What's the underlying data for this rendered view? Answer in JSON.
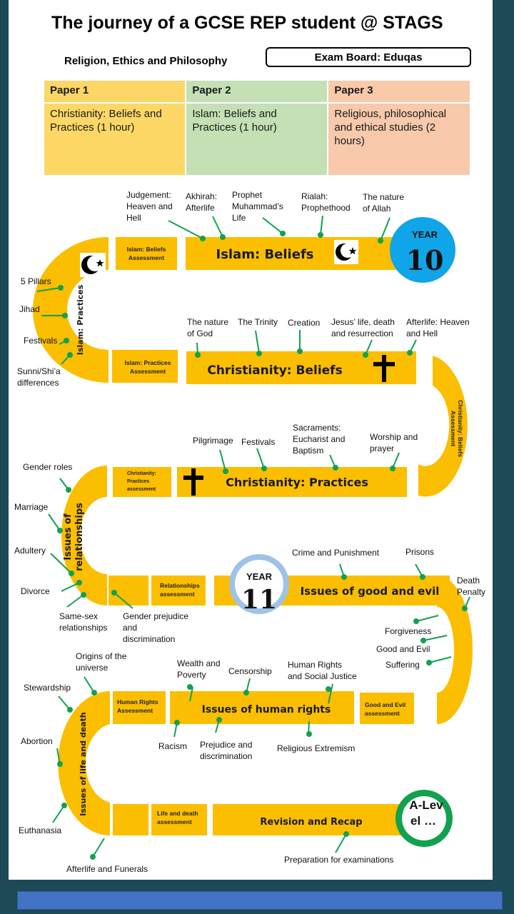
{
  "header": {
    "title": "The journey of a GCSE REP student @ STAGS",
    "subtitle": "Religion, Ethics and Philosophy",
    "exam_board": "Exam Board: Eduqas"
  },
  "papers": [
    {
      "name": "Paper 1",
      "desc": "Christianity: Beliefs and Practices (1 hour)",
      "header_color": "#fcd666",
      "body_color": "#fdd866"
    },
    {
      "name": "Paper 2",
      "desc": "Islam: Beliefs and Practices (1 hour)",
      "header_color": "#c4e0b4",
      "body_color": "#c4e0b4"
    },
    {
      "name": "Paper 3",
      "desc": "Religious, philosophical and ethical studies (2 hours)",
      "header_color": "#f9caa9",
      "body_color": "#f8c9ab"
    }
  ],
  "colors": {
    "path": "#fbbe00",
    "dot": "#12a14f",
    "year10": "#0fa5e8",
    "year11": "#9ec3e6",
    "alevel": "#12a14f"
  },
  "year10": {
    "line1": "YEAR",
    "line2": "10"
  },
  "year11": {
    "line1": "YEAR",
    "line2": "11"
  },
  "alevel": {
    "line1": "A-Lev",
    "line2": "el …"
  },
  "sections": {
    "islam_beliefs": "Islam: Beliefs",
    "islam_beliefs_assessment": [
      "Islam: Beliefs",
      "Assessment"
    ],
    "islam_practices": "Islam: Practices",
    "islam_practices_assessment": [
      "Islam: Practices",
      "Assessment"
    ],
    "christianity_beliefs": "Christianity: Beliefs",
    "christianity_beliefs_assessment": [
      "Christianity: Beliefs",
      "Assessment"
    ],
    "christianity_practices": "Christianity: Practices",
    "christianity_practices_assessment": [
      "Christianity:",
      "Practices",
      "assessment"
    ],
    "relationships": [
      "Issues of",
      "relationships"
    ],
    "relationships_assessment": [
      "Relationships",
      "assessment"
    ],
    "good_evil": "Issues of good and evil",
    "good_evil_assessment": [
      "Good and Evil",
      "assessment"
    ],
    "human_rights": "Issues of human rights",
    "human_rights_assessment": [
      "Human Rights",
      "Assessment"
    ],
    "life_death": "Issues of life and death",
    "life_death_assessment": [
      "Life and death",
      "assessment"
    ],
    "revision": "Revision and Recap"
  },
  "labels": {
    "judgement": [
      "Judgement:",
      "Heaven and",
      "Hell"
    ],
    "akhirah": [
      "Akhirah:",
      "Afterlife"
    ],
    "prophet": [
      "Prophet",
      "Muhammad’s",
      "Life"
    ],
    "rialah": [
      "Rialah:",
      "Prophethood"
    ],
    "nature_allah": [
      "The nature",
      "of Allah"
    ],
    "five_pillars": "5 Pillars",
    "jihad": "Jihad",
    "festivals_islam": "Festivals",
    "sunni_shia": [
      "Sunni/Shi’a",
      "differences"
    ],
    "nature_god": [
      "The nature",
      "of God"
    ],
    "trinity": "The Trinity",
    "creation": "Creation",
    "jesus": [
      "Jesus’ life, death",
      "and resurrection"
    ],
    "afterlife_christ": [
      "Afterlife: Heaven",
      "and Hell"
    ],
    "pilgrimage": "Pilgrimage",
    "festivals_christ": "Festivals",
    "sacraments": [
      "Sacraments:",
      "Eucharist and",
      "Baptism"
    ],
    "worship": [
      "Worship and",
      "prayer"
    ],
    "gender_roles": "Gender roles",
    "marriage": "Marriage",
    "adultery": "Adultery",
    "divorce": "Divorce",
    "same_sex": [
      "Same-sex",
      "relationships"
    ],
    "gender_prejudice": [
      "Gender prejudice",
      "and",
      "discrimination"
    ],
    "crime": "Crime and Punishment",
    "prisons": "Prisons",
    "death_penalty": [
      "Death",
      "Penalty"
    ],
    "forgiveness": "Forgiveness",
    "good_and_evil": "Good and Evil",
    "suffering": "Suffering",
    "origins": [
      "Origins of the",
      "universe"
    ],
    "wealth": [
      "Wealth and",
      "Poverty"
    ],
    "censorship": "Censorship",
    "hr_social": [
      "Human Rights",
      "and Social Justice"
    ],
    "stewardship": "Stewardship",
    "racism": "Racism",
    "prejudice": [
      "Prejudice and",
      "discrimination"
    ],
    "extremism": "Religious Extremism",
    "abortion": "Abortion",
    "euthanasia": "Euthanasia",
    "afterlife_funerals": "Afterlife and Funerals",
    "preparation": "Preparation for examinations"
  }
}
